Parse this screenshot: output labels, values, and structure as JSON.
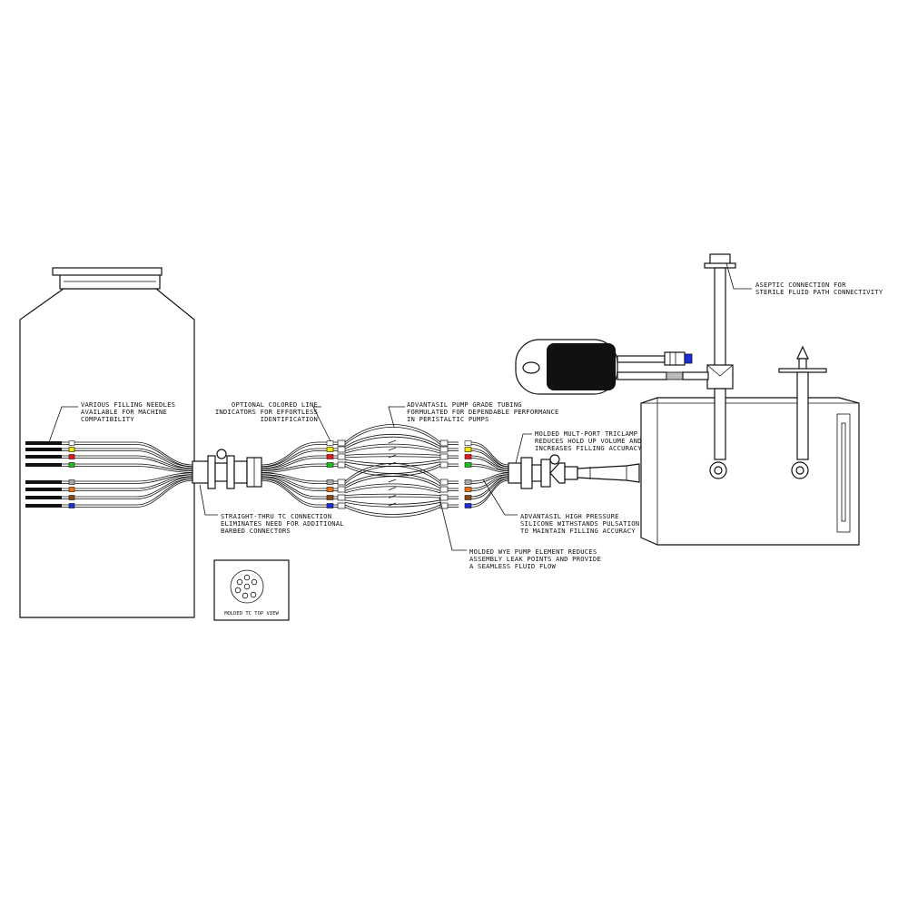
{
  "callouts": {
    "filling_needles": [
      "VARIOUS FILLING NEEDLES",
      "AVAILABLE FOR MACHINE",
      "COMPATIBILITY"
    ],
    "colored_line": [
      "OPTIONAL COLORED LINE",
      "INDICATORS FOR EFFORTLESS",
      "IDENTIFICATION"
    ],
    "pump_tubing": [
      "ADVANTASIL PUMP GRADE TUBING",
      "FORMULATED FOR DEPENDABLE PERFORMANCE",
      "IN PERISTALTIC PUMPS"
    ],
    "tri_clamp": [
      "MOLDED MULT-PORT TRICLAMP",
      "REDUCES HOLD UP VOLUME AND",
      "INCREASES FILLING ACCURACY"
    ],
    "aseptic": [
      "ASEPTIC CONNECTION FOR",
      "STERILE FLUID PATH CONNECTIVITY"
    ],
    "straight_thru": [
      "STRAIGHT-THRU TC CONNECTION",
      "ELIMINATES NEED FOR ADDITIONAL",
      "BARBED CONNECTORS"
    ],
    "high_pressure": [
      "ADVANTASIL HIGH PRESSURE",
      "SILICONE WITHSTANDS PULSATION",
      "TO MAINTAIN FILLING ACCURACY"
    ],
    "wye_element": [
      "MOLDED WYE PUMP ELEMENT REDUCES",
      "ASSEMBLY LEAK POINTS AND PROVIDE",
      "A SEAMLESS FLUID FLOW"
    ]
  },
  "inset_caption": "MOLDED TC TOP VIEW",
  "line_colors": [
    "#ffffff",
    "#f2e600",
    "#e8141e",
    "#1dbf1d",
    "#a8a8a8",
    "#ee7010",
    "#8b4a14",
    "#1a2fd8"
  ]
}
